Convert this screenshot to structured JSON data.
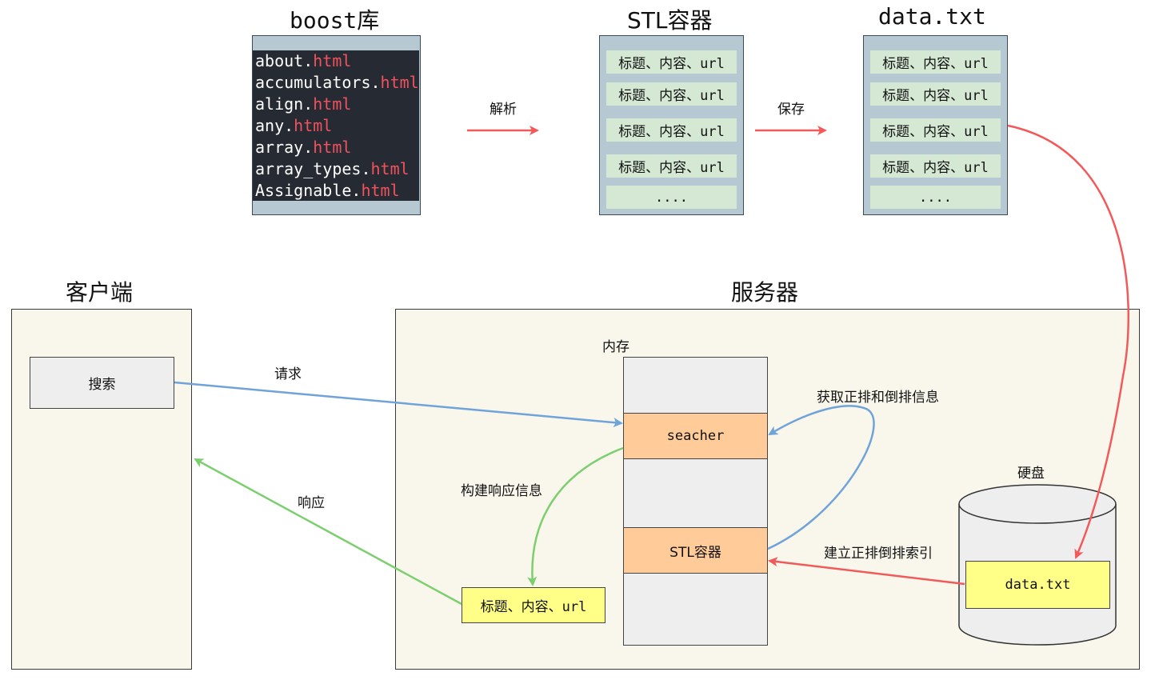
{
  "top": {
    "boost": {
      "title": "boost库",
      "files": [
        {
          "name": "about.",
          "ext": "html"
        },
        {
          "name": "accumulators.",
          "ext": "html"
        },
        {
          "name": "align.",
          "ext": "html"
        },
        {
          "name": "any.",
          "ext": "html"
        },
        {
          "name": "array.",
          "ext": "html"
        },
        {
          "name": "array_types.",
          "ext": "html"
        },
        {
          "name": "Assignable.",
          "ext": "html"
        }
      ]
    },
    "parse_label": "解析",
    "stl": {
      "title": "STL容器",
      "rows": [
        "标题、内容、url",
        "标题、内容、url",
        "标题、内容、url",
        "标题、内容、url",
        "...."
      ]
    },
    "save_label": "保存",
    "datatxt": {
      "title": "data.txt",
      "rows": [
        "标题、内容、url",
        "标题、内容、url",
        "标题、内容、url",
        "标题、内容、url",
        "...."
      ]
    }
  },
  "client": {
    "title": "客户端",
    "search_label": "搜索",
    "request_label": "请求",
    "response_label": "响应"
  },
  "server": {
    "title": "服务器",
    "memory_label": "内存",
    "searcher_label": "seacher",
    "stl_label": "STL容器",
    "fetch_label": "获取正排和倒排信息",
    "build_response_label": "构建响应信息",
    "result_label": "标题、内容、url",
    "build_index_label": "建立正排倒排索引",
    "disk_label": "硬盘",
    "disk_file_label": "data.txt"
  },
  "colors": {
    "red_arrow": "#f25a5a",
    "blue_arrow": "#6fa3d9",
    "green_arrow": "#7ccf6e",
    "code_bg": "#252a33",
    "code_ext": "#f2525d",
    "panel_bg": "#b6c9d3",
    "row_bg": "#d5e8d4",
    "region_bg": "#f9f7ec",
    "orange_box": "#ffcc99",
    "yellow_box": "#ffff88",
    "gray_box": "#eeeeee"
  }
}
